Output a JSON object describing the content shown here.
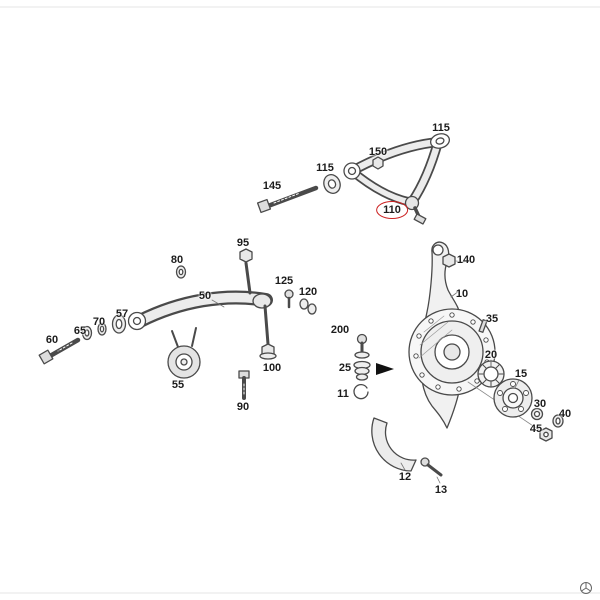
{
  "diagram": {
    "highlight": {
      "part_number": "110",
      "color": "#cc2222"
    },
    "labels": {
      "l115a": "115",
      "l150": "150",
      "l115b": "115",
      "l145": "145",
      "l110": "110",
      "l95": "95",
      "l80": "80",
      "l50": "50",
      "l125": "125",
      "l120": "120",
      "l57": "57",
      "l70": "70",
      "l65": "65",
      "l60": "60",
      "l55": "55",
      "l100": "100",
      "l90": "90",
      "l140": "140",
      "l10": "10",
      "l35": "35",
      "l200": "200",
      "l25": "25",
      "l11": "11",
      "l20": "20",
      "l15": "15",
      "l30": "30",
      "l40": "40",
      "l45": "45",
      "l12": "12",
      "l13": "13"
    }
  }
}
